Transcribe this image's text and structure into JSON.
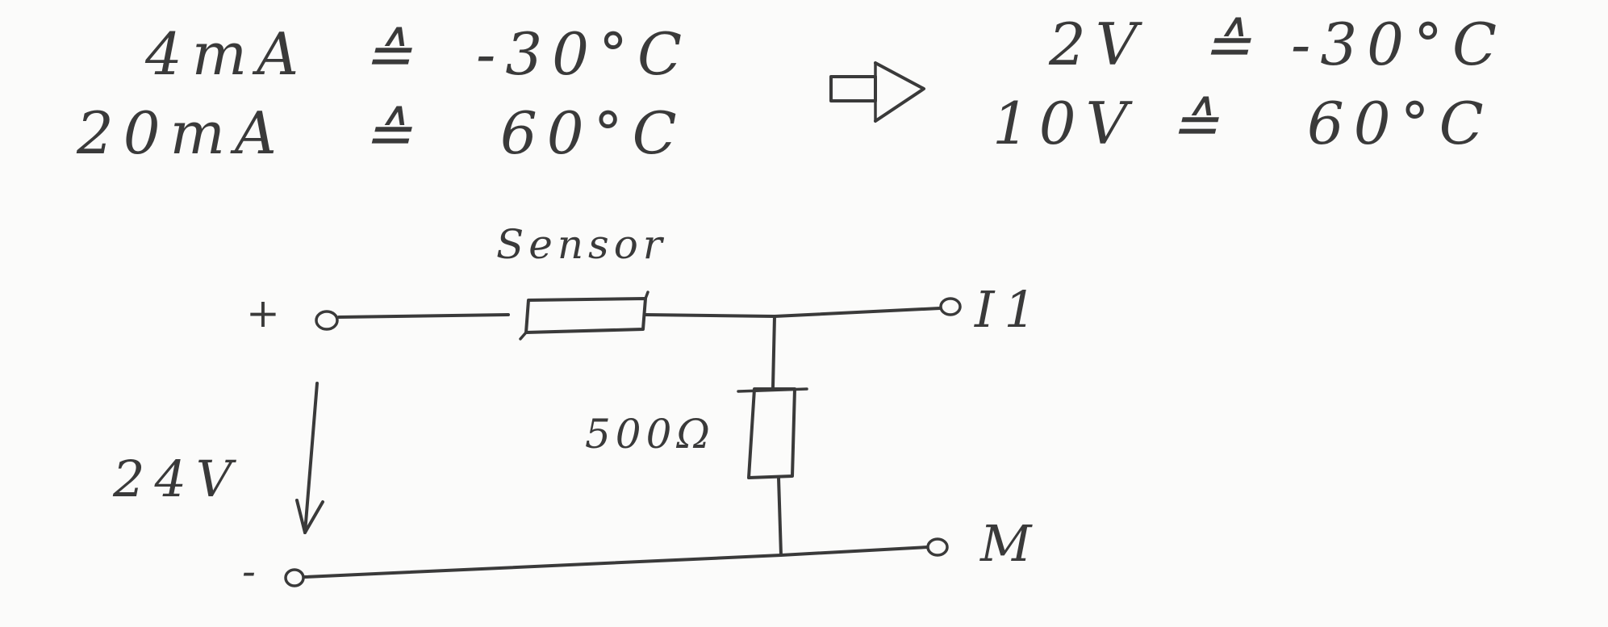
{
  "mapping": {
    "current": [
      {
        "current": "4mA",
        "symbol": "≙",
        "temperature": "-30°C"
      },
      {
        "current": "20mA",
        "symbol": "≙",
        "temperature": "60°C"
      }
    ],
    "voltage": [
      {
        "voltage": "2V",
        "symbol": "≙",
        "temperature": "-30°C"
      },
      {
        "voltage": "10V",
        "symbol": "≙",
        "temperature": "60°C"
      }
    ]
  },
  "circuit": {
    "sensor_label": "Sensor",
    "resistor_label": "500Ω",
    "supply_label": "24V",
    "plus_label": "+",
    "minus_label": "-",
    "output_top_label": "I1",
    "output_bottom_label": "M"
  },
  "colors": {
    "ink": "#3a3a3a",
    "paper": "#fbfbfa"
  }
}
